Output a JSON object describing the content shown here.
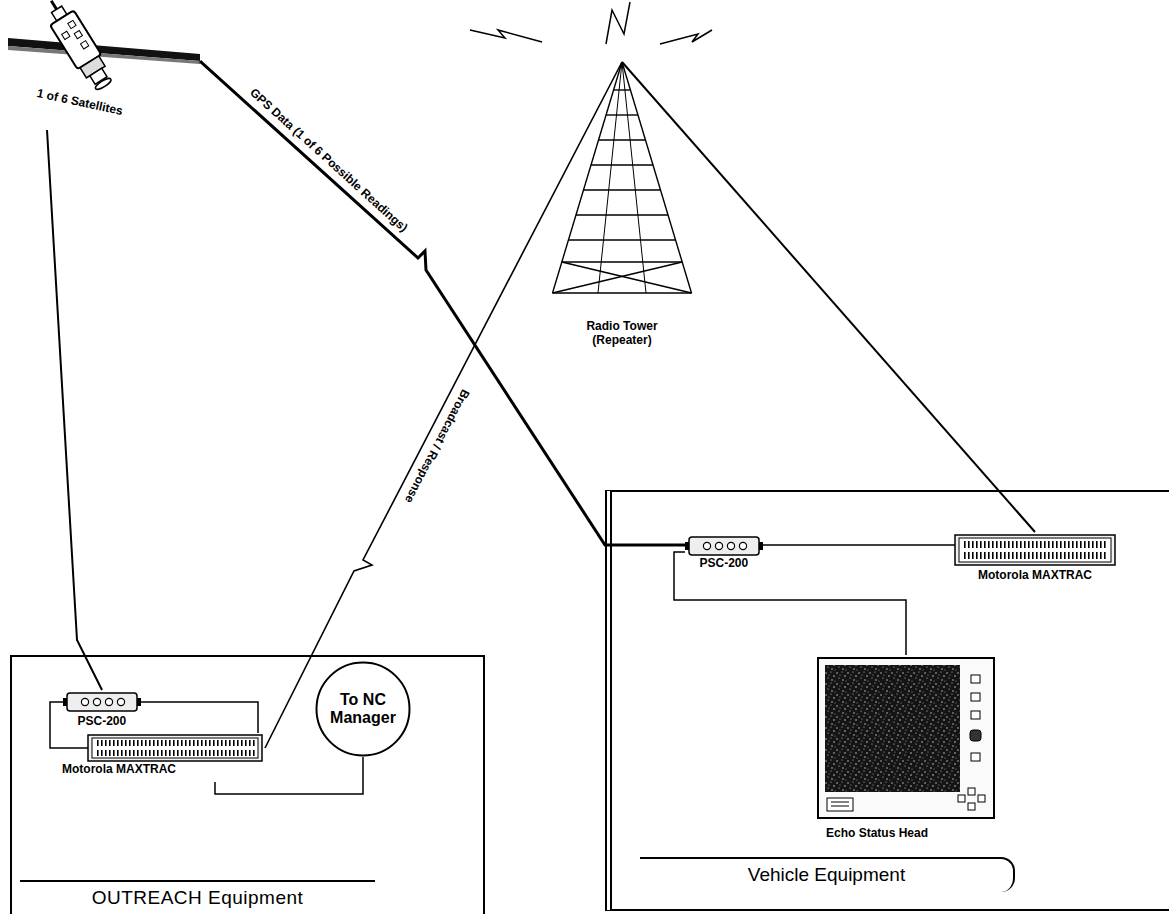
{
  "diagram": {
    "nodes": [
      {
        "text": [
          "1 of 6 Satellites"
        ]
      },
      {
        "text": [
          "Radio Tower (Repeater)"
        ]
      },
      {
        "text": [
          "OUTREACH Equipment"
        ]
      },
      {
        "text": [
          "PSC-200"
        ],
        "in": 2
      },
      {
        "text": [
          "Motorola MAXTRAC"
        ],
        "in": 2
      },
      {
        "text": [
          "To NC Manager"
        ],
        "in": 2
      },
      {
        "text": [
          "Vehicle Equipment"
        ]
      },
      {
        "text": [
          "PSC-200"
        ],
        "in": 6
      },
      {
        "text": [
          "Motorola MAXTRAC"
        ],
        "in": 6
      },
      {
        "text": [
          "Echo Status Head"
        ],
        "in": 6
      }
    ],
    "edges": [
      {
        "from": 0,
        "to": 3,
        "arrow": "none"
      },
      {
        "from": 0,
        "to": 7,
        "label": "GPS Data (1 of 6 Possible Readings)",
        "arrow": "none"
      },
      {
        "from": 1,
        "to": 4,
        "label": "Broadcast / Response",
        "arrow": "none"
      },
      {
        "from": 1,
        "to": 8,
        "arrow": "none"
      },
      {
        "from": 3,
        "to": 4,
        "arrow": "none"
      },
      {
        "from": 3,
        "to": 4,
        "arrow": "none"
      },
      {
        "from": 4,
        "to": 5,
        "arrow": "none"
      },
      {
        "from": 7,
        "to": 8,
        "arrow": "none"
      },
      {
        "from": 7,
        "to": 9,
        "arrow": "none"
      }
    ]
  }
}
